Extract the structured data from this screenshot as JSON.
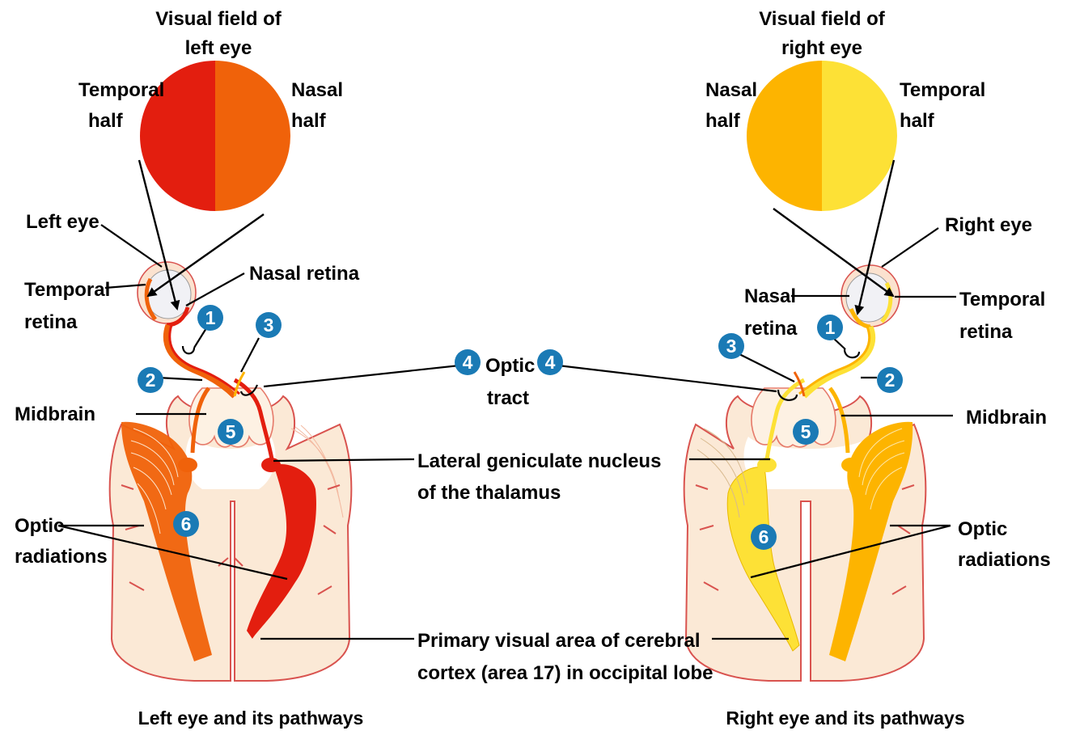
{
  "left": {
    "field_title": [
      "Visual field of",
      "left eye"
    ],
    "temporal_half": [
      "Temporal",
      "half"
    ],
    "nasal_half": [
      "Nasal",
      "half"
    ],
    "eye": "Left eye",
    "temporal_retina": [
      "Temporal",
      "retina"
    ],
    "nasal_retina": "Nasal retina",
    "midbrain": "Midbrain",
    "optic_radiations": [
      "Optic",
      "radiations"
    ],
    "caption": "Left eye and its pathways",
    "colors": {
      "temporal": "#e31e0f",
      "nasal": "#f0620a"
    }
  },
  "right": {
    "field_title": [
      "Visual field of",
      "right eye"
    ],
    "nasal_half": [
      "Nasal",
      "half"
    ],
    "temporal_half": [
      "Temporal",
      "half"
    ],
    "eye": "Right eye",
    "nasal_retina": [
      "Nasal",
      "retina"
    ],
    "temporal_retina": [
      "Temporal",
      "retina"
    ],
    "midbrain": "Midbrain",
    "optic_radiations": [
      "Optic",
      "radiations"
    ],
    "caption": "Right eye and its pathways",
    "colors": {
      "nasal": "#fdb400",
      "temporal": "#fde136"
    }
  },
  "center": {
    "optic_tract": [
      "Optic",
      "tract"
    ],
    "lgn": [
      "Lateral geniculate nucleus",
      "of the thalamus"
    ],
    "primary_visual": [
      "Primary visual area of cerebral",
      "cortex (area 17) in occipital lobe"
    ]
  },
  "badges": {
    "one": "1",
    "two": "2",
    "three": "3",
    "four": "4",
    "five": "5",
    "six": "6",
    "color": "#1a7ab5"
  },
  "tissue_colors": {
    "cortex": "#fbe9d6",
    "cortex_edge": "#d9534f",
    "brain_fill": "#fdf1e3"
  }
}
